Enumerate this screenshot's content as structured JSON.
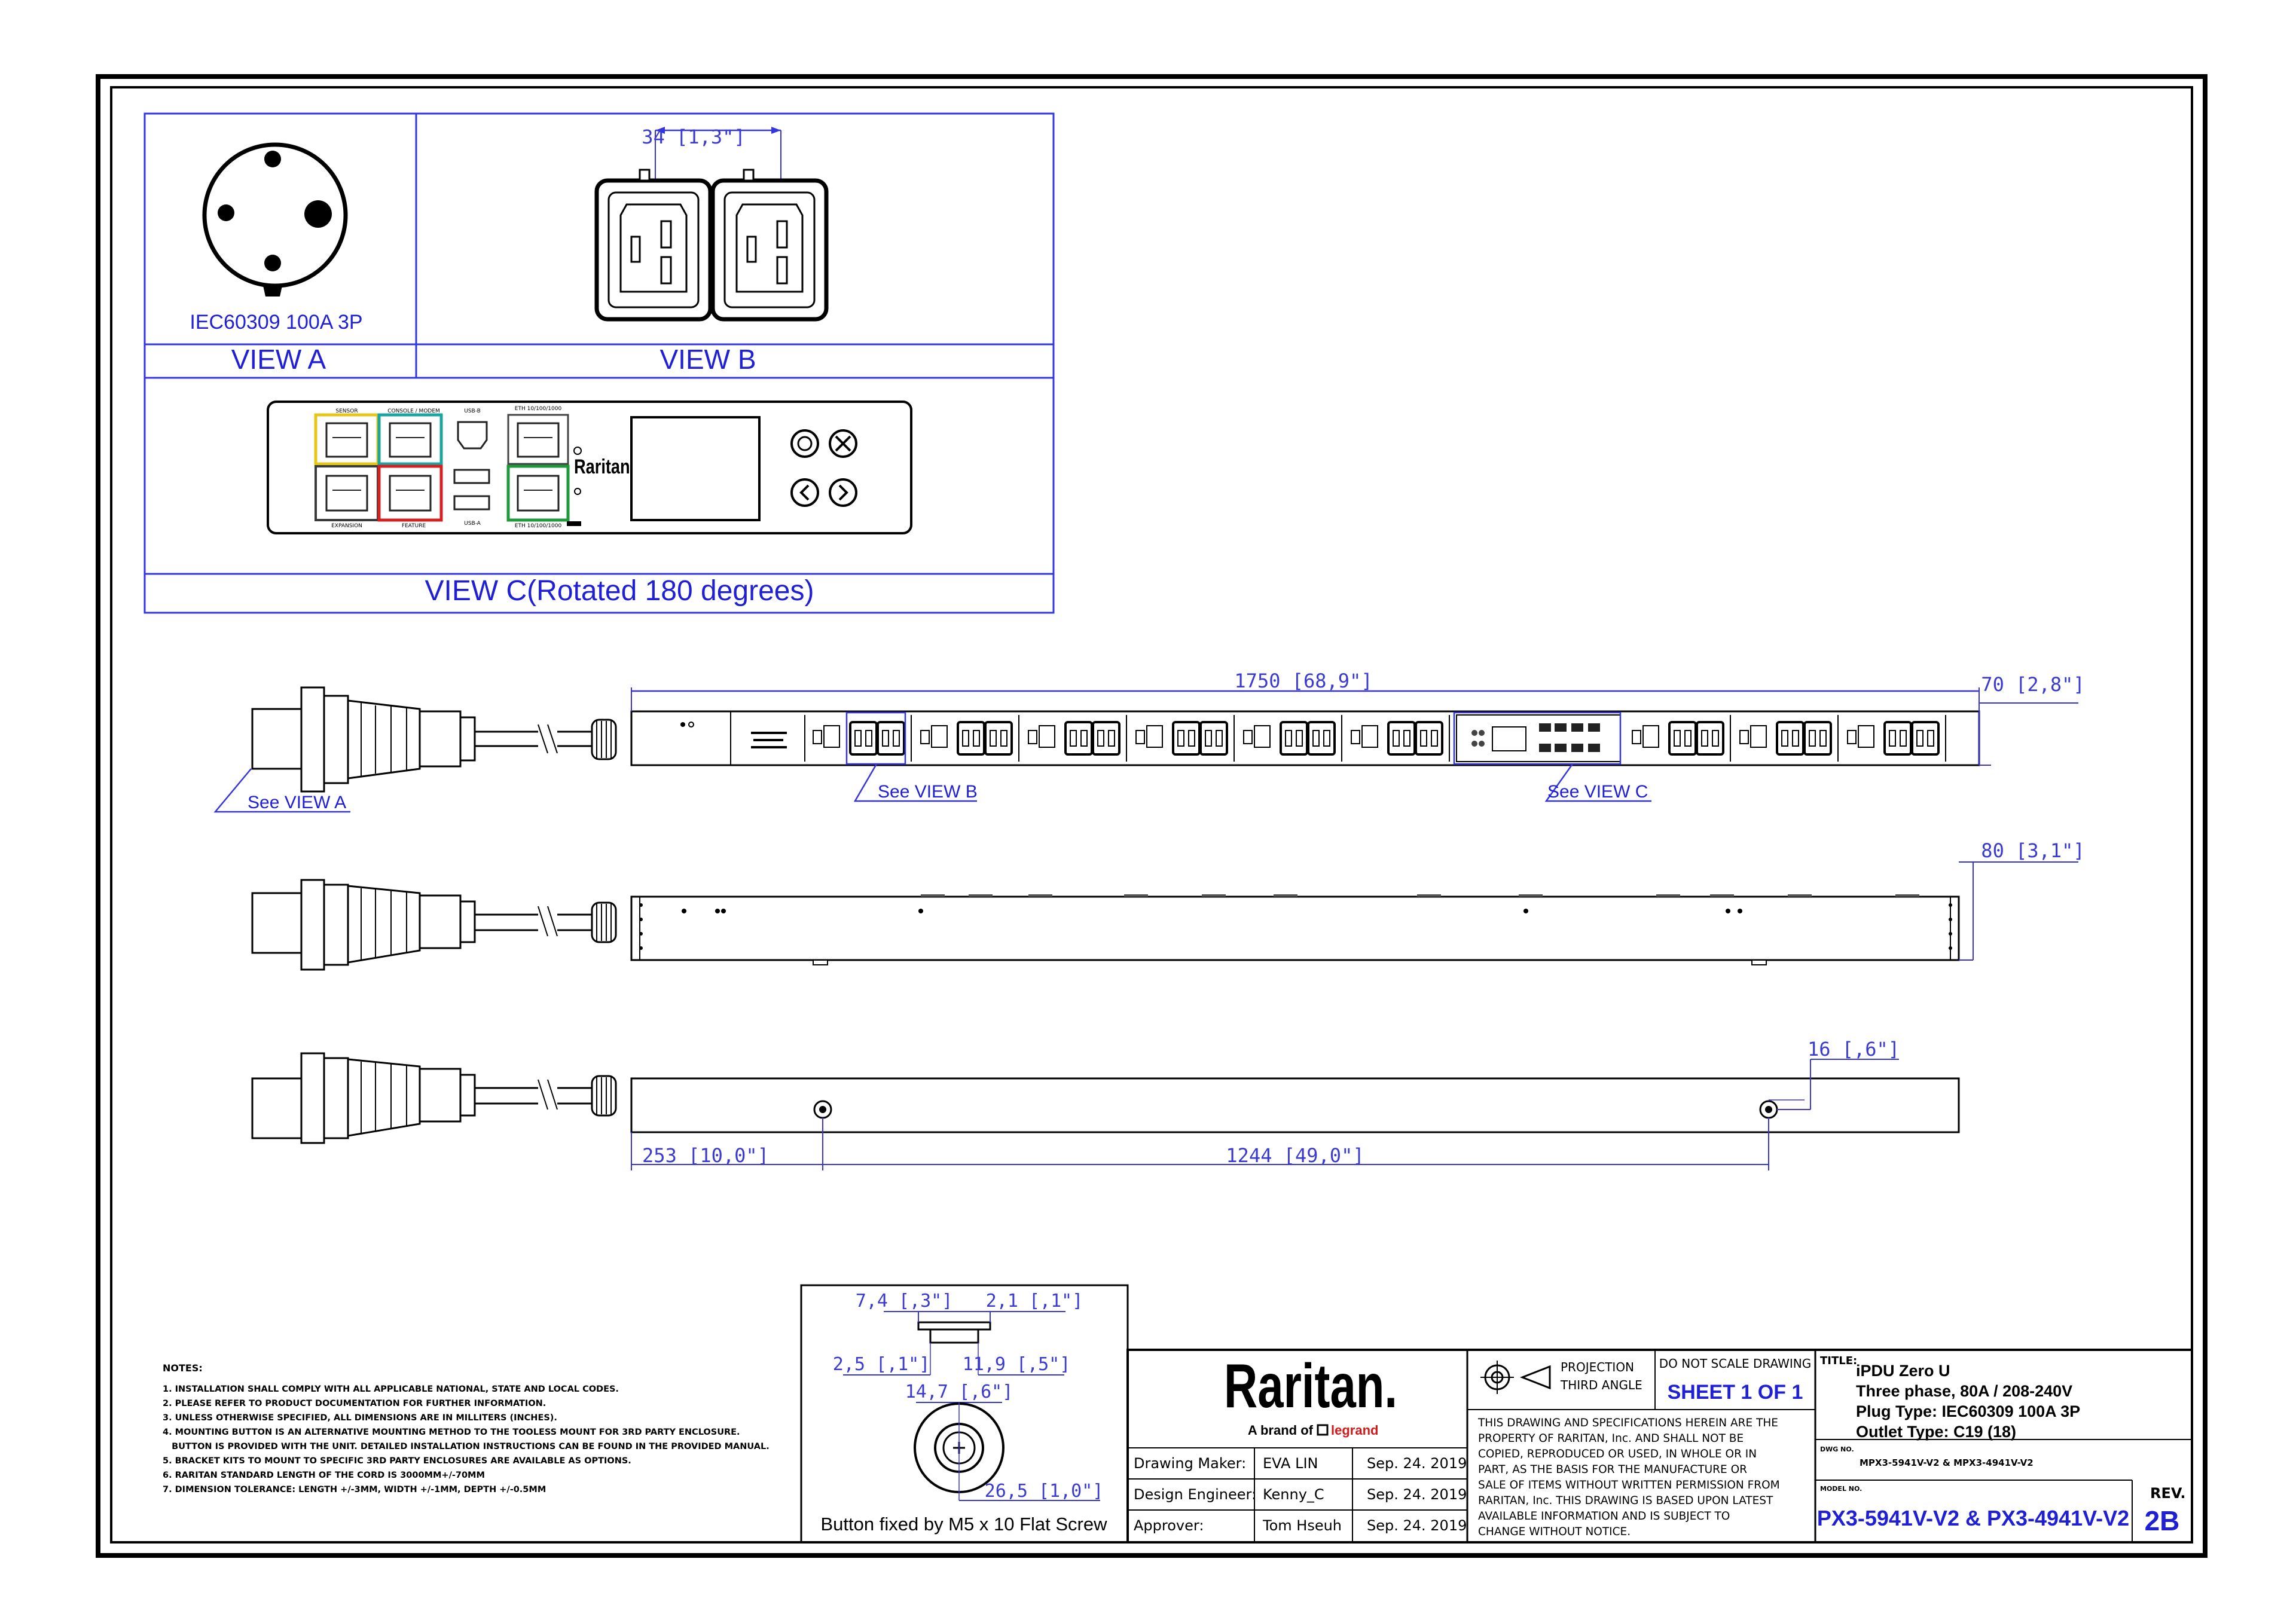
{
  "views": {
    "view_a_caption": "IEC60309 100A 3P",
    "view_a_title": "VIEW A",
    "view_b_dim": "34 [1,3\"]",
    "view_b_title": "VIEW B",
    "view_c_title": "VIEW C(Rotated 180 degrees)",
    "panel_brand": "Raritan",
    "port_labels": [
      "SENSOR",
      "CONSOLE / MODEM",
      "USB-B",
      "ETH 10/100/1000",
      "EXPANSION",
      "FEATURE",
      "USB-A",
      "ETH 10/100/1000"
    ]
  },
  "top_view": {
    "length_dim": "1750 [68,9\"]",
    "width_dim": "70 [2,8\"]",
    "callout_a": "See VIEW A",
    "callout_b": "See VIEW B",
    "callout_c": "See VIEW C"
  },
  "side_view": {
    "depth_dim": "80 [3,1\"]"
  },
  "bottom_view": {
    "offset_dim": "253 [10,0\"]",
    "spacing_dim": "1244 [49,0\"]",
    "hole_dim": "16 [,6\"]"
  },
  "button_detail": {
    "dim_1": "7,4 [,3\"]",
    "dim_2": "2,1 [,1\"]",
    "dim_3": "2,5 [,1\"]",
    "dim_4": "11,9 [,5\"]",
    "dim_5": "14,7 [,6\"]",
    "dim_6": "26,5 [1,0\"]",
    "caption": "Button fixed by M5 x 10 Flat Screw"
  },
  "notes": {
    "heading": "NOTES:",
    "lines": [
      "1. INSTALLATION SHALL COMPLY WITH ALL APPLICABLE NATIONAL, STATE AND LOCAL CODES.",
      "2. PLEASE REFER TO PRODUCT DOCUMENTATION FOR FURTHER INFORMATION.",
      "3. UNLESS OTHERWISE SPECIFIED, ALL DIMENSIONS ARE IN MILLITERS (INCHES).",
      "4. MOUNTING BUTTON IS AN ALTERNATIVE MOUNTING METHOD TO THE TOOLESS MOUNT FOR 3RD PARTY ENCLOSURE.",
      "   BUTTON IS PROVIDED WITH THE UNIT. DETAILED INSTALLATION INSTRUCTIONS CAN BE FOUND IN THE PROVIDED MANUAL.",
      "5. BRACKET KITS TO MOUNT TO SPECIFIC 3RD PARTY ENCLOSURES ARE AVAILABLE AS OPTIONS.",
      "6. RARITAN STANDARD LENGTH OF THE CORD IS 3000MM+/-70MM",
      "7. DIMENSION TOLERANCE: LENGTH +/-3MM, WIDTH +/-1MM, DEPTH +/-0.5MM"
    ]
  },
  "title_block": {
    "logo": "Raritan.",
    "logo_tagline_prefix": "A brand of",
    "logo_tagline_brand": "legrand",
    "rows": [
      {
        "role": "Drawing Maker:",
        "name": "EVA LIN",
        "date": "Sep. 24. 2019"
      },
      {
        "role": "Design Engineer:",
        "name": "Kenny_C",
        "date": "Sep. 24. 2019"
      },
      {
        "role": "Approver:",
        "name": "Tom Hseuh",
        "date": "Sep. 24. 2019"
      }
    ],
    "projection_1": "PROJECTION",
    "projection_2": "THIRD ANGLE",
    "do_not_scale": "DO NOT SCALE DRAWING",
    "sheet": "SHEET 1 OF 1",
    "disclaimer": [
      "THIS DRAWING AND SPECIFICATIONS HEREIN ARE THE",
      "PROPERTY OF RARITAN, Inc. AND SHALL NOT BE",
      "COPIED, REPRODUCED OR USED, IN WHOLE OR IN",
      "PART, AS THE BASIS FOR THE MANUFACTURE OR",
      "SALE OF ITEMS WITHOUT WRITTEN PERMISSION FROM",
      "RARITAN, Inc. THIS DRAWING IS BASED UPON LATEST",
      "AVAILABLE INFORMATION AND IS SUBJECT TO",
      "CHANGE WITHOUT NOTICE."
    ],
    "title_label": "TITLE:",
    "title_lines": [
      "iPDU Zero U",
      "Three phase, 80A / 208-240V",
      "Plug Type: IEC60309 100A 3P",
      "Outlet Type: C19 (18)"
    ],
    "dwg_label": "DWG NO.",
    "dwg_value": "MPX3-5941V-V2 & MPX3-4941V-V2",
    "model_label": "MODEL NO.",
    "model_value": "PX3-5941V-V2 & PX3-4941V-V2",
    "rev_label": "REV.",
    "rev_value": "2B"
  },
  "colors": {
    "annotation_blue": "#1f1fd6",
    "sensor_port": "#e6c619",
    "console_port": "#1aa6a0",
    "feature_port": "#d42020",
    "eth_port": "#1e9a3a",
    "legrand_red": "#d31a1a"
  }
}
